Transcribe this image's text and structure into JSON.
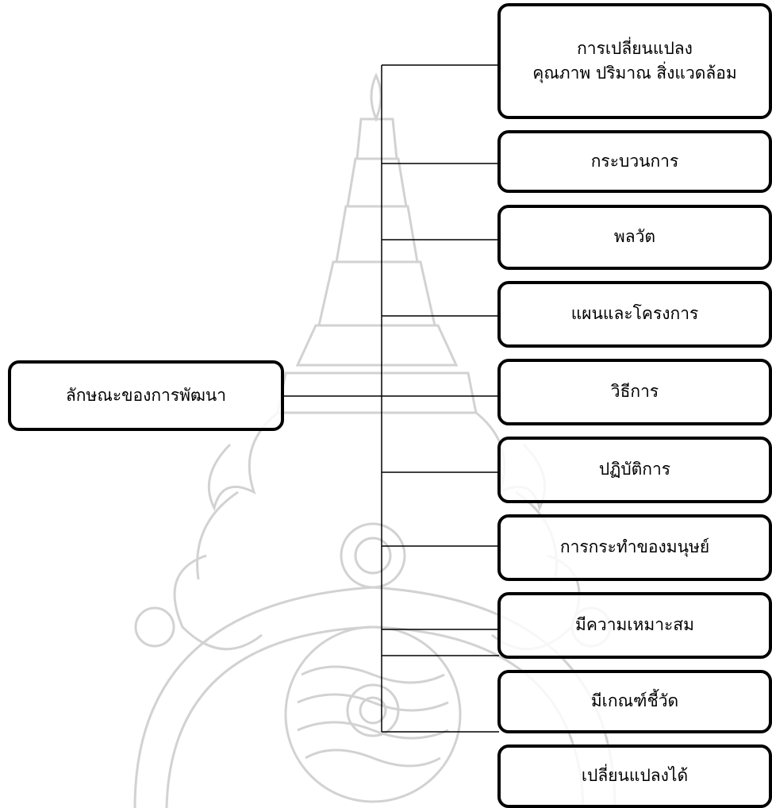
{
  "diagram": {
    "root": {
      "label": "ลักษณะของการพัฒนา"
    },
    "children": [
      {
        "lines": [
          "การเปลี่ยนแปลง",
          "คุณภาพ ปริมาณ สิ่งแวดล้อม"
        ]
      },
      {
        "lines": [
          "กระบวนการ"
        ]
      },
      {
        "lines": [
          "พลวัต"
        ]
      },
      {
        "lines": [
          "แผนและโครงการ"
        ]
      },
      {
        "lines": [
          "วิธีการ"
        ]
      },
      {
        "lines": [
          "ปฏิบัติการ"
        ]
      },
      {
        "lines": [
          "การกระทำของมนุษย์"
        ]
      },
      {
        "lines": [
          "มีความเหมาะสม"
        ]
      },
      {
        "lines": [
          "มีเกณฑ์ชี้วัด"
        ]
      },
      {
        "lines": [
          "เปลี่ยนแปลงได้"
        ]
      }
    ]
  },
  "colors": {
    "stroke": "#000000",
    "watermark": "#c9c9c9"
  }
}
